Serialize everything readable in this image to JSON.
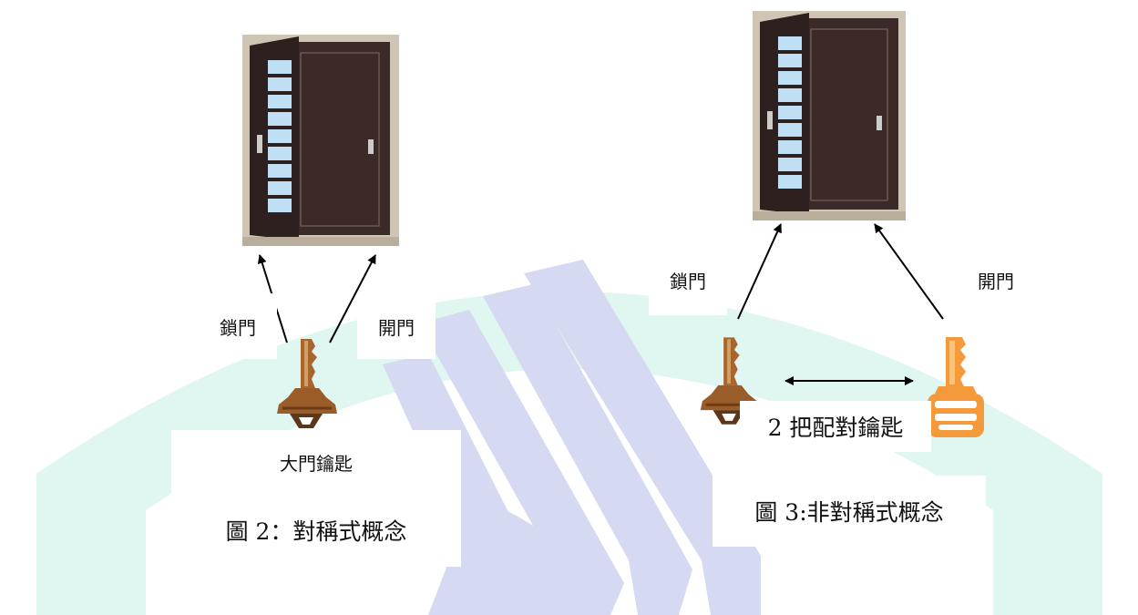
{
  "left_diagram": {
    "lock_label": "鎖門",
    "open_label": "開門",
    "key_label": "大門鑰匙",
    "caption": "圖 2：對稱式概念"
  },
  "right_diagram": {
    "lock_label": "鎖門",
    "open_label": "開門",
    "pair_label": "2 把配對鑰匙",
    "caption": "圖 3:非對稱式概念"
  },
  "colors": {
    "watermark_teal": "#dff6f1",
    "watermark_blue": "#d5d9f1",
    "door_frame": "#cfc5b4",
    "door_dark": "#3b2a27",
    "glass": "#bfdff4",
    "key_bronze": "#a8662e",
    "key_orange": "#f59a3a"
  },
  "icons": [
    "door-icon",
    "key-icon",
    "orange-key-icon"
  ]
}
